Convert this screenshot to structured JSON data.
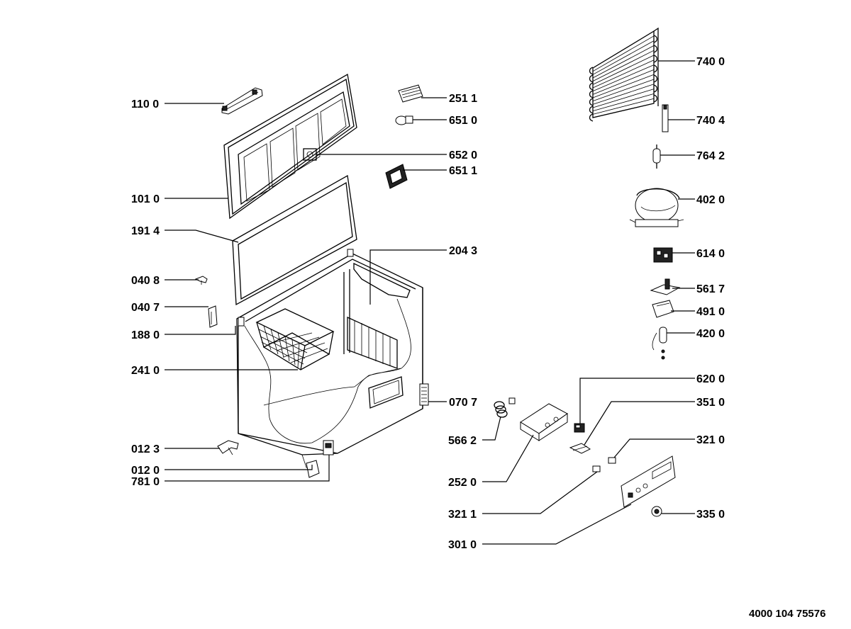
{
  "document_number": "4000 104 75576",
  "parts": {
    "p1100": "110 0",
    "p1010": "101 0",
    "p1914": "191 4",
    "p0408": "040 8",
    "p0407": "040 7",
    "p1880": "188 0",
    "p2410": "241 0",
    "p0123": "012 3",
    "p0120": "012 0",
    "p7810": "781 0",
    "p2511": "251 1",
    "p6510": "651 0",
    "p6520": "652 0",
    "p6511": "651 1",
    "p2043": "204 3",
    "p0707": "070 7",
    "p5662": "566 2",
    "p2520": "252 0",
    "p3211": "321 1",
    "p3010": "301 0",
    "p7400": "740 0",
    "p7404": "740 4",
    "p7642": "764 2",
    "p4020": "402 0",
    "p6140": "614 0",
    "p5617": "561 7",
    "p4910": "491 0",
    "p4200": "420 0",
    "p6200": "620 0",
    "p3510": "351 0",
    "p3210": "321 0",
    "p3350": "335 0"
  }
}
